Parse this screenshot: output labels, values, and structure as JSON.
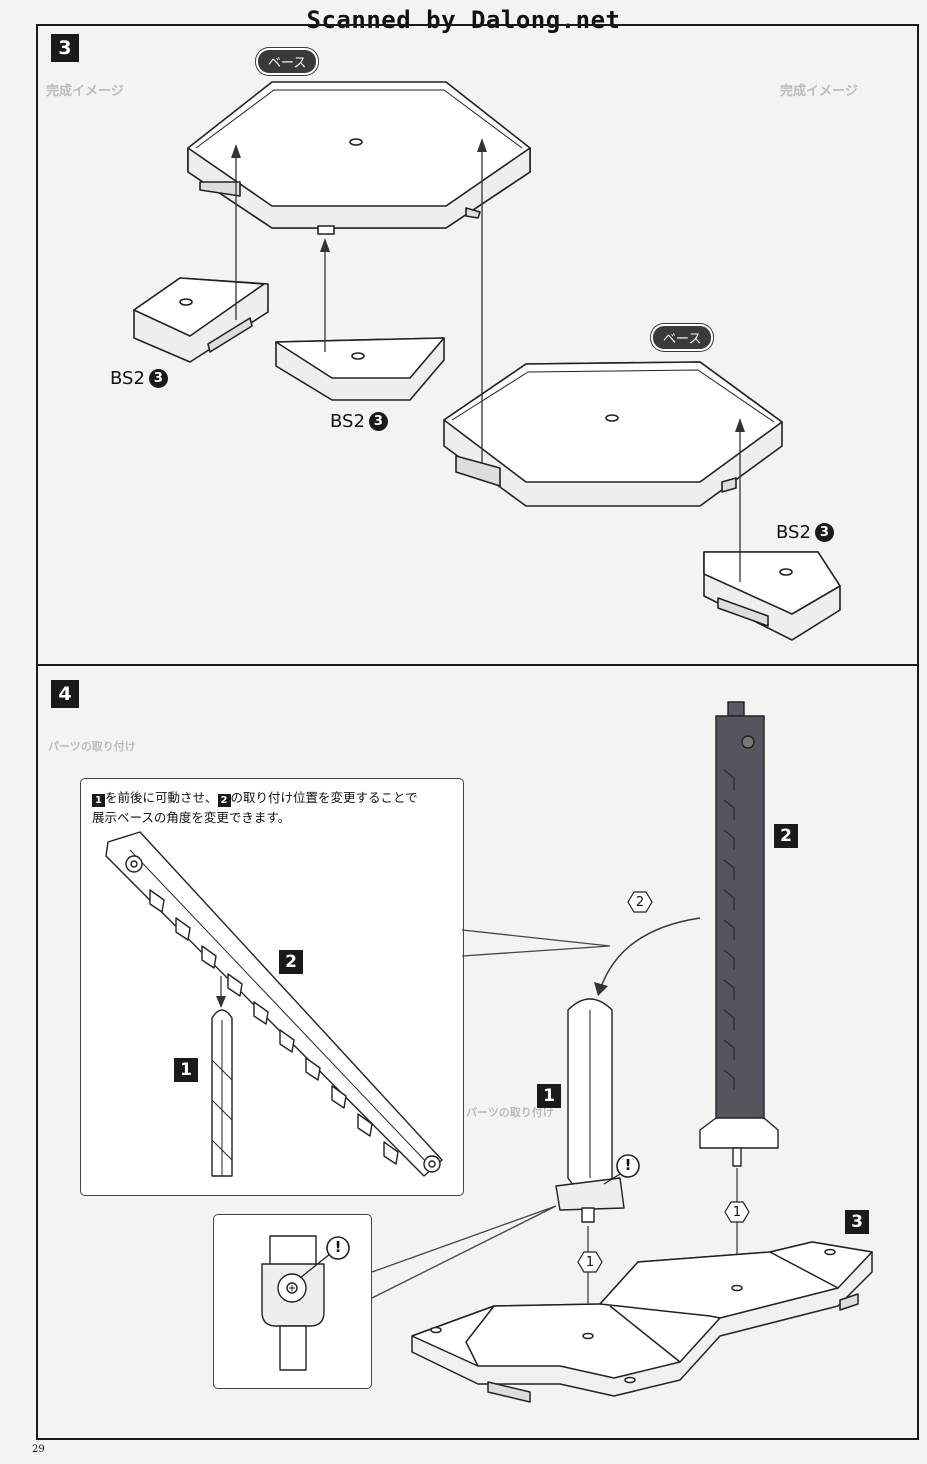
{
  "watermark": "Scanned by Dalong.net",
  "steps": {
    "step3": {
      "number": "3",
      "base_label_top": "ベース",
      "base_label_right": "ベース",
      "parts": [
        {
          "name": "BS2",
          "number": "3"
        },
        {
          "name": "BS2",
          "number": "3"
        },
        {
          "name": "BS2",
          "number": "3"
        }
      ]
    },
    "step4": {
      "number": "4",
      "callout_note_key1": "1",
      "callout_note_text1": "を前後に可動させ、",
      "callout_note_key2": "2",
      "callout_note_text2": "の取り付け位置を変更することで",
      "callout_note_line2": "展示ベースの角度を変更できます。",
      "callout_part_1": "1",
      "callout_part_2": "2",
      "part_1": "1",
      "part_2": "2",
      "part_3": "3",
      "order_2": "2",
      "order_1_left": "1",
      "order_1_right": "1",
      "caution_mark": "!",
      "caution_mark_detail": "!"
    }
  },
  "footer": {
    "page_number": "29"
  }
}
